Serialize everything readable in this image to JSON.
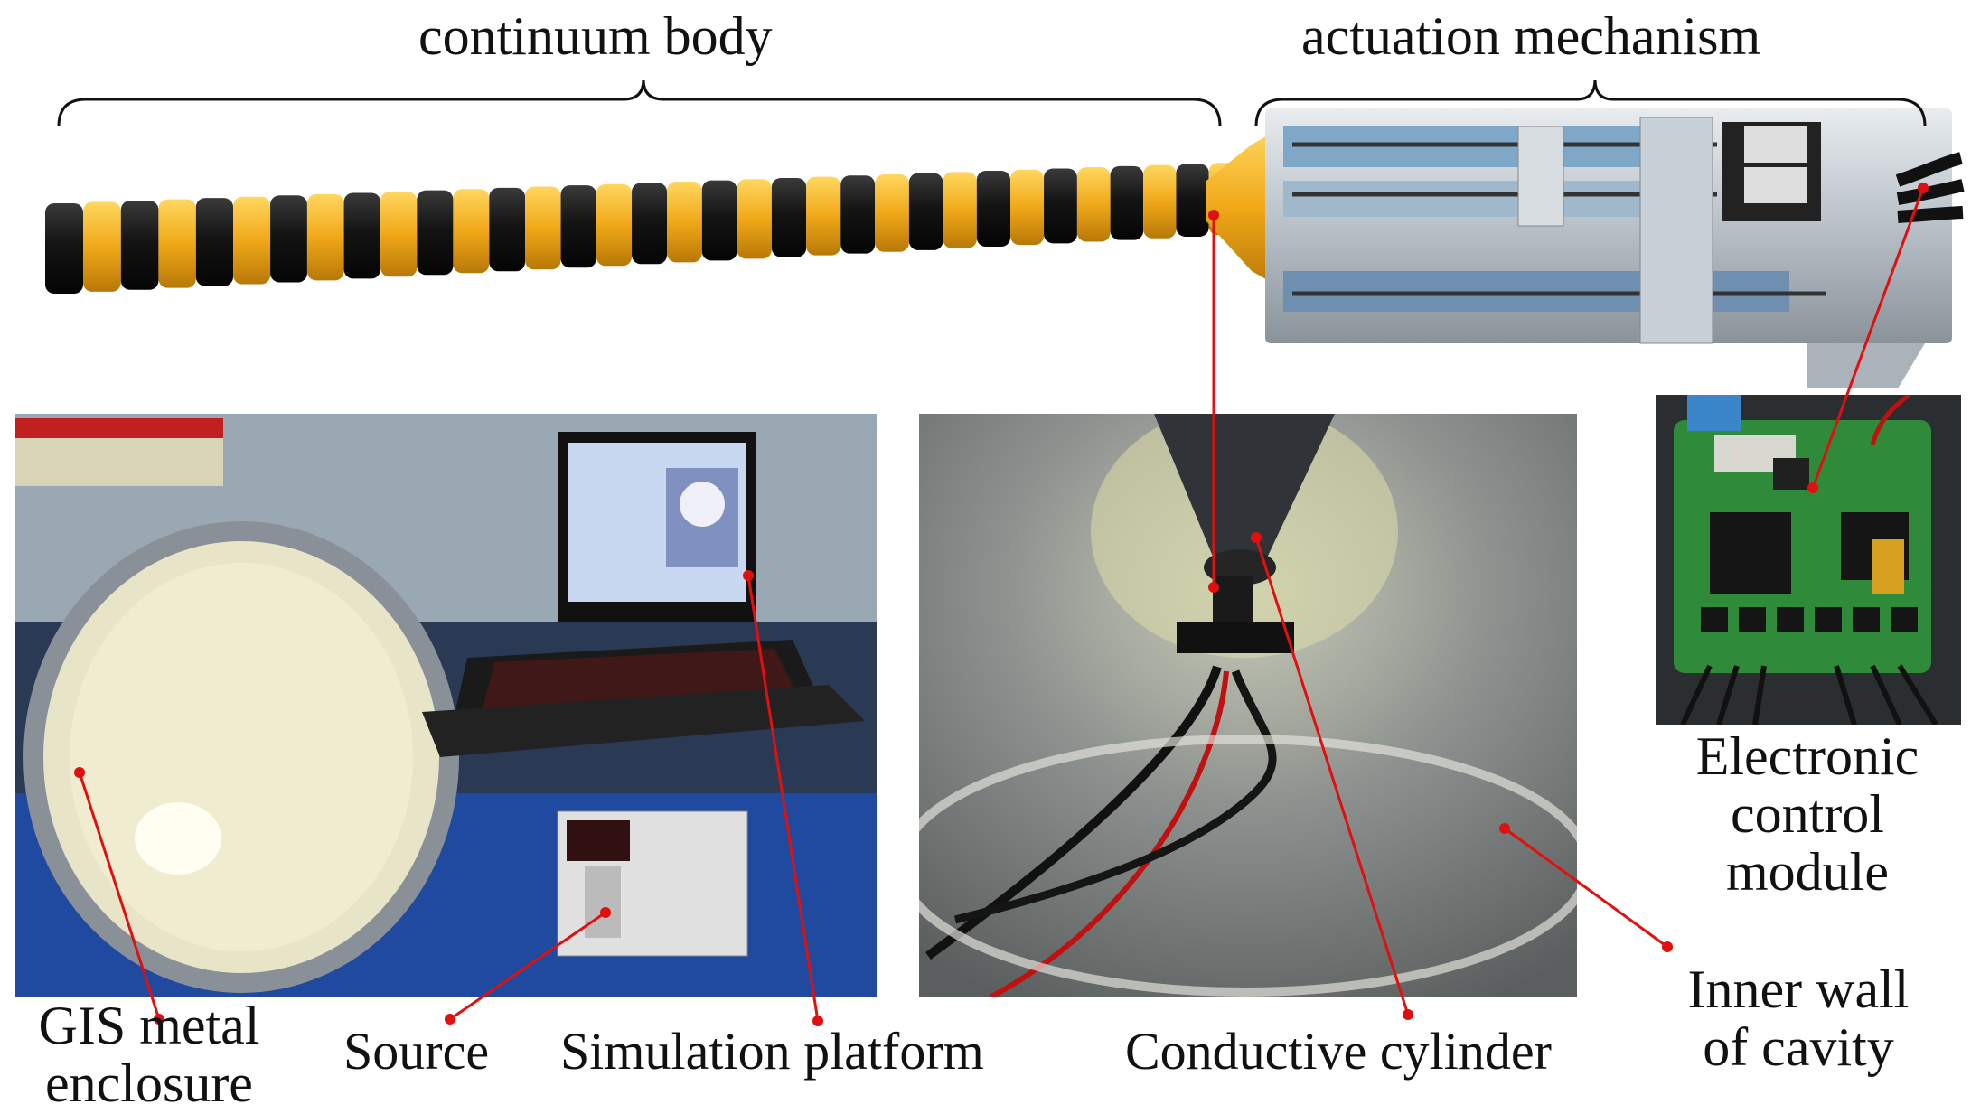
{
  "labels": {
    "continuum_body": "continuum body",
    "actuation_mechanism": "actuation mechanism",
    "electronic_control_module": [
      "Electronic",
      "control",
      "module"
    ],
    "inner_wall_of_cavity": [
      "Inner wall",
      "of cavity"
    ],
    "gis_metal_enclosure": [
      "GIS metal",
      "enclosure"
    ],
    "source": "Source",
    "simulation_platform": "Simulation platform",
    "conductive_cylinder": "Conductive cylinder"
  },
  "colors": {
    "leader_line": "#e01010",
    "text": "#111111",
    "ring_gold": "#f0b020",
    "ring_black": "#141414",
    "pcb_green": "#2f8a3a"
  }
}
